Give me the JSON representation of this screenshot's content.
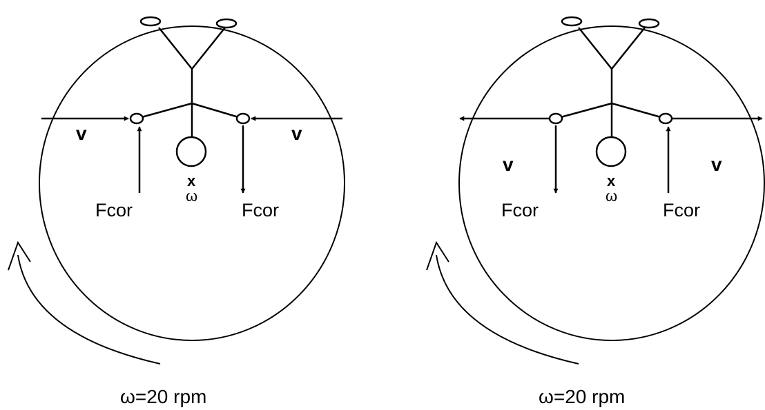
{
  "diagrams": [
    {
      "velocity_label_left": "v",
      "velocity_label_right": "v",
      "force_label_left": "Fcor",
      "force_label_right": "Fcor",
      "axis_mark": "x",
      "omega_symbol": "ω",
      "rotation_label": "ω=20 rpm"
    },
    {
      "velocity_label_left": "v",
      "velocity_label_right": "v",
      "force_label_left": "Fcor",
      "force_label_right": "Fcor",
      "axis_mark": "x",
      "omega_symbol": "ω",
      "rotation_label": "ω=20 rpm"
    }
  ]
}
